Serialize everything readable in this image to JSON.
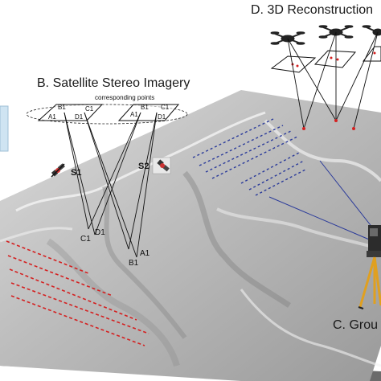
{
  "panels": {
    "satellite_title": "B. Satellite Stereo Imagery",
    "reconstruction_title": "D. 3D Reconstruction",
    "ground_title": "C. Grou"
  },
  "satellite": {
    "corresponding_points": "corresponding points",
    "sat1": "S1",
    "sat2": "S2",
    "left_image_points": [
      "A1",
      "B1",
      "C1",
      "D1"
    ],
    "right_image_points": [
      "A1",
      "B1",
      "C1",
      "D1"
    ],
    "ground_points": [
      "C1",
      "D1",
      "A1",
      "B1"
    ]
  },
  "colors": {
    "terrain_light": "#e4e4e4",
    "terrain_dark": "#7a7a7a",
    "red_path": "#d42020",
    "blue_path": "#2a3a9a",
    "tripod": "#e0a020"
  }
}
